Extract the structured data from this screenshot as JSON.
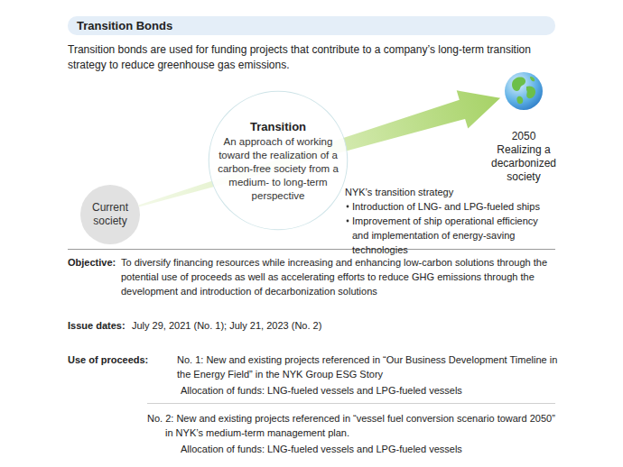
{
  "diagram": {
    "title": "Transition Bonds",
    "nodes": [
      {
        "text": [
          "Current society"
        ]
      },
      {
        "text": [
          "Transition",
          "An approach of working toward the realization of a carbon-free society from a medium- to long-term perspective"
        ]
      },
      {
        "text": [
          "2050",
          "Realizing a decarbonized society"
        ]
      }
    ],
    "edges": [
      {
        "from": 0,
        "to": 2,
        "arrow": "to"
      }
    ],
    "labels": [
      "Transition bonds are used for funding projects that contribute to a company’s long-term transition strategy to reduce greenhouse gas emissions.",
      "NYK’s transition strategy",
      "Introduction of LNG- and LPG-fueled ships",
      "Improvement of ship operational efficiency and implementation of energy-saving technologies",
      "Objective:",
      "To diversify financing resources while increasing and enhancing low-carbon solutions through the potential use of proceeds as well as accelerating efforts to reduce GHG emissions through the development and introduction of decarbonization solutions",
      "Issue dates:",
      "July 29, 2021 (No. 1); July 21, 2023 (No. 2)",
      "Use of proceeds:",
      "No. 1: New and existing projects referenced in “Our Business Development Timeline in the Energy Field” in the NYK Group ESG Story",
      "Allocation of funds: LNG-fueled vessels and LPG-fueled vessels",
      "No. 2: New and existing projects referenced in “vessel fuel conversion scenario toward 2050” in NYK’s medium-term management plan.",
      "Allocation of funds: LNG-fueled vessels and LPG-fueled vessels"
    ]
  }
}
